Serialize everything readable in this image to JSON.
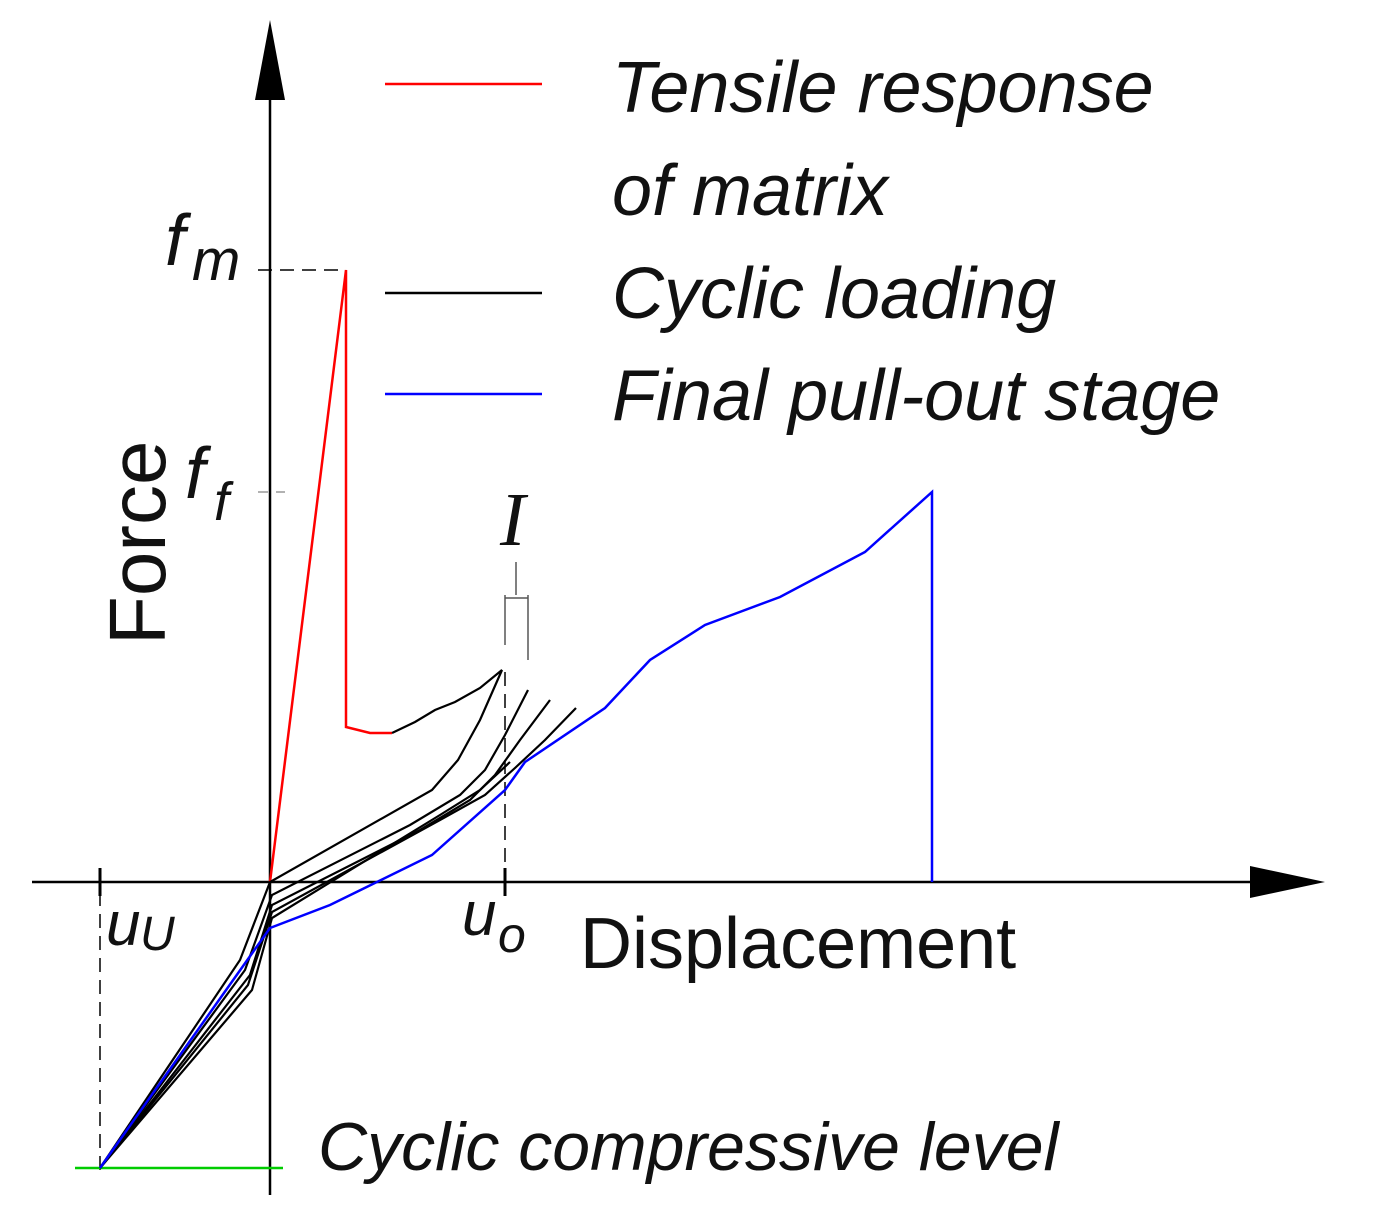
{
  "labels": {
    "y_axis": "Force",
    "x_axis": "Displacement",
    "fm_main": "f",
    "fm_sub": "m",
    "ff_main": "f",
    "ff_sub": "f",
    "uu_main": "u",
    "uu_sub": "U",
    "uo_main": "u",
    "uo_sub": "o",
    "interval": "I",
    "bottom_note": "Cyclic compressive level"
  },
  "legend": [
    {
      "line1": "Tensile response",
      "line2": "of matrix",
      "color": "#ff0000"
    },
    {
      "line1": "Cyclic loading",
      "line2": "",
      "color": "#000000"
    },
    {
      "line1": "Final pull-out stage",
      "line2": "",
      "color": "#0000ff"
    }
  ],
  "colors": {
    "axis": "#000000",
    "tensile": "#ff0000",
    "cyclic": "#000000",
    "pullout": "#0000ff",
    "compressive_level": "#00cc00",
    "guide": "#000000"
  }
}
